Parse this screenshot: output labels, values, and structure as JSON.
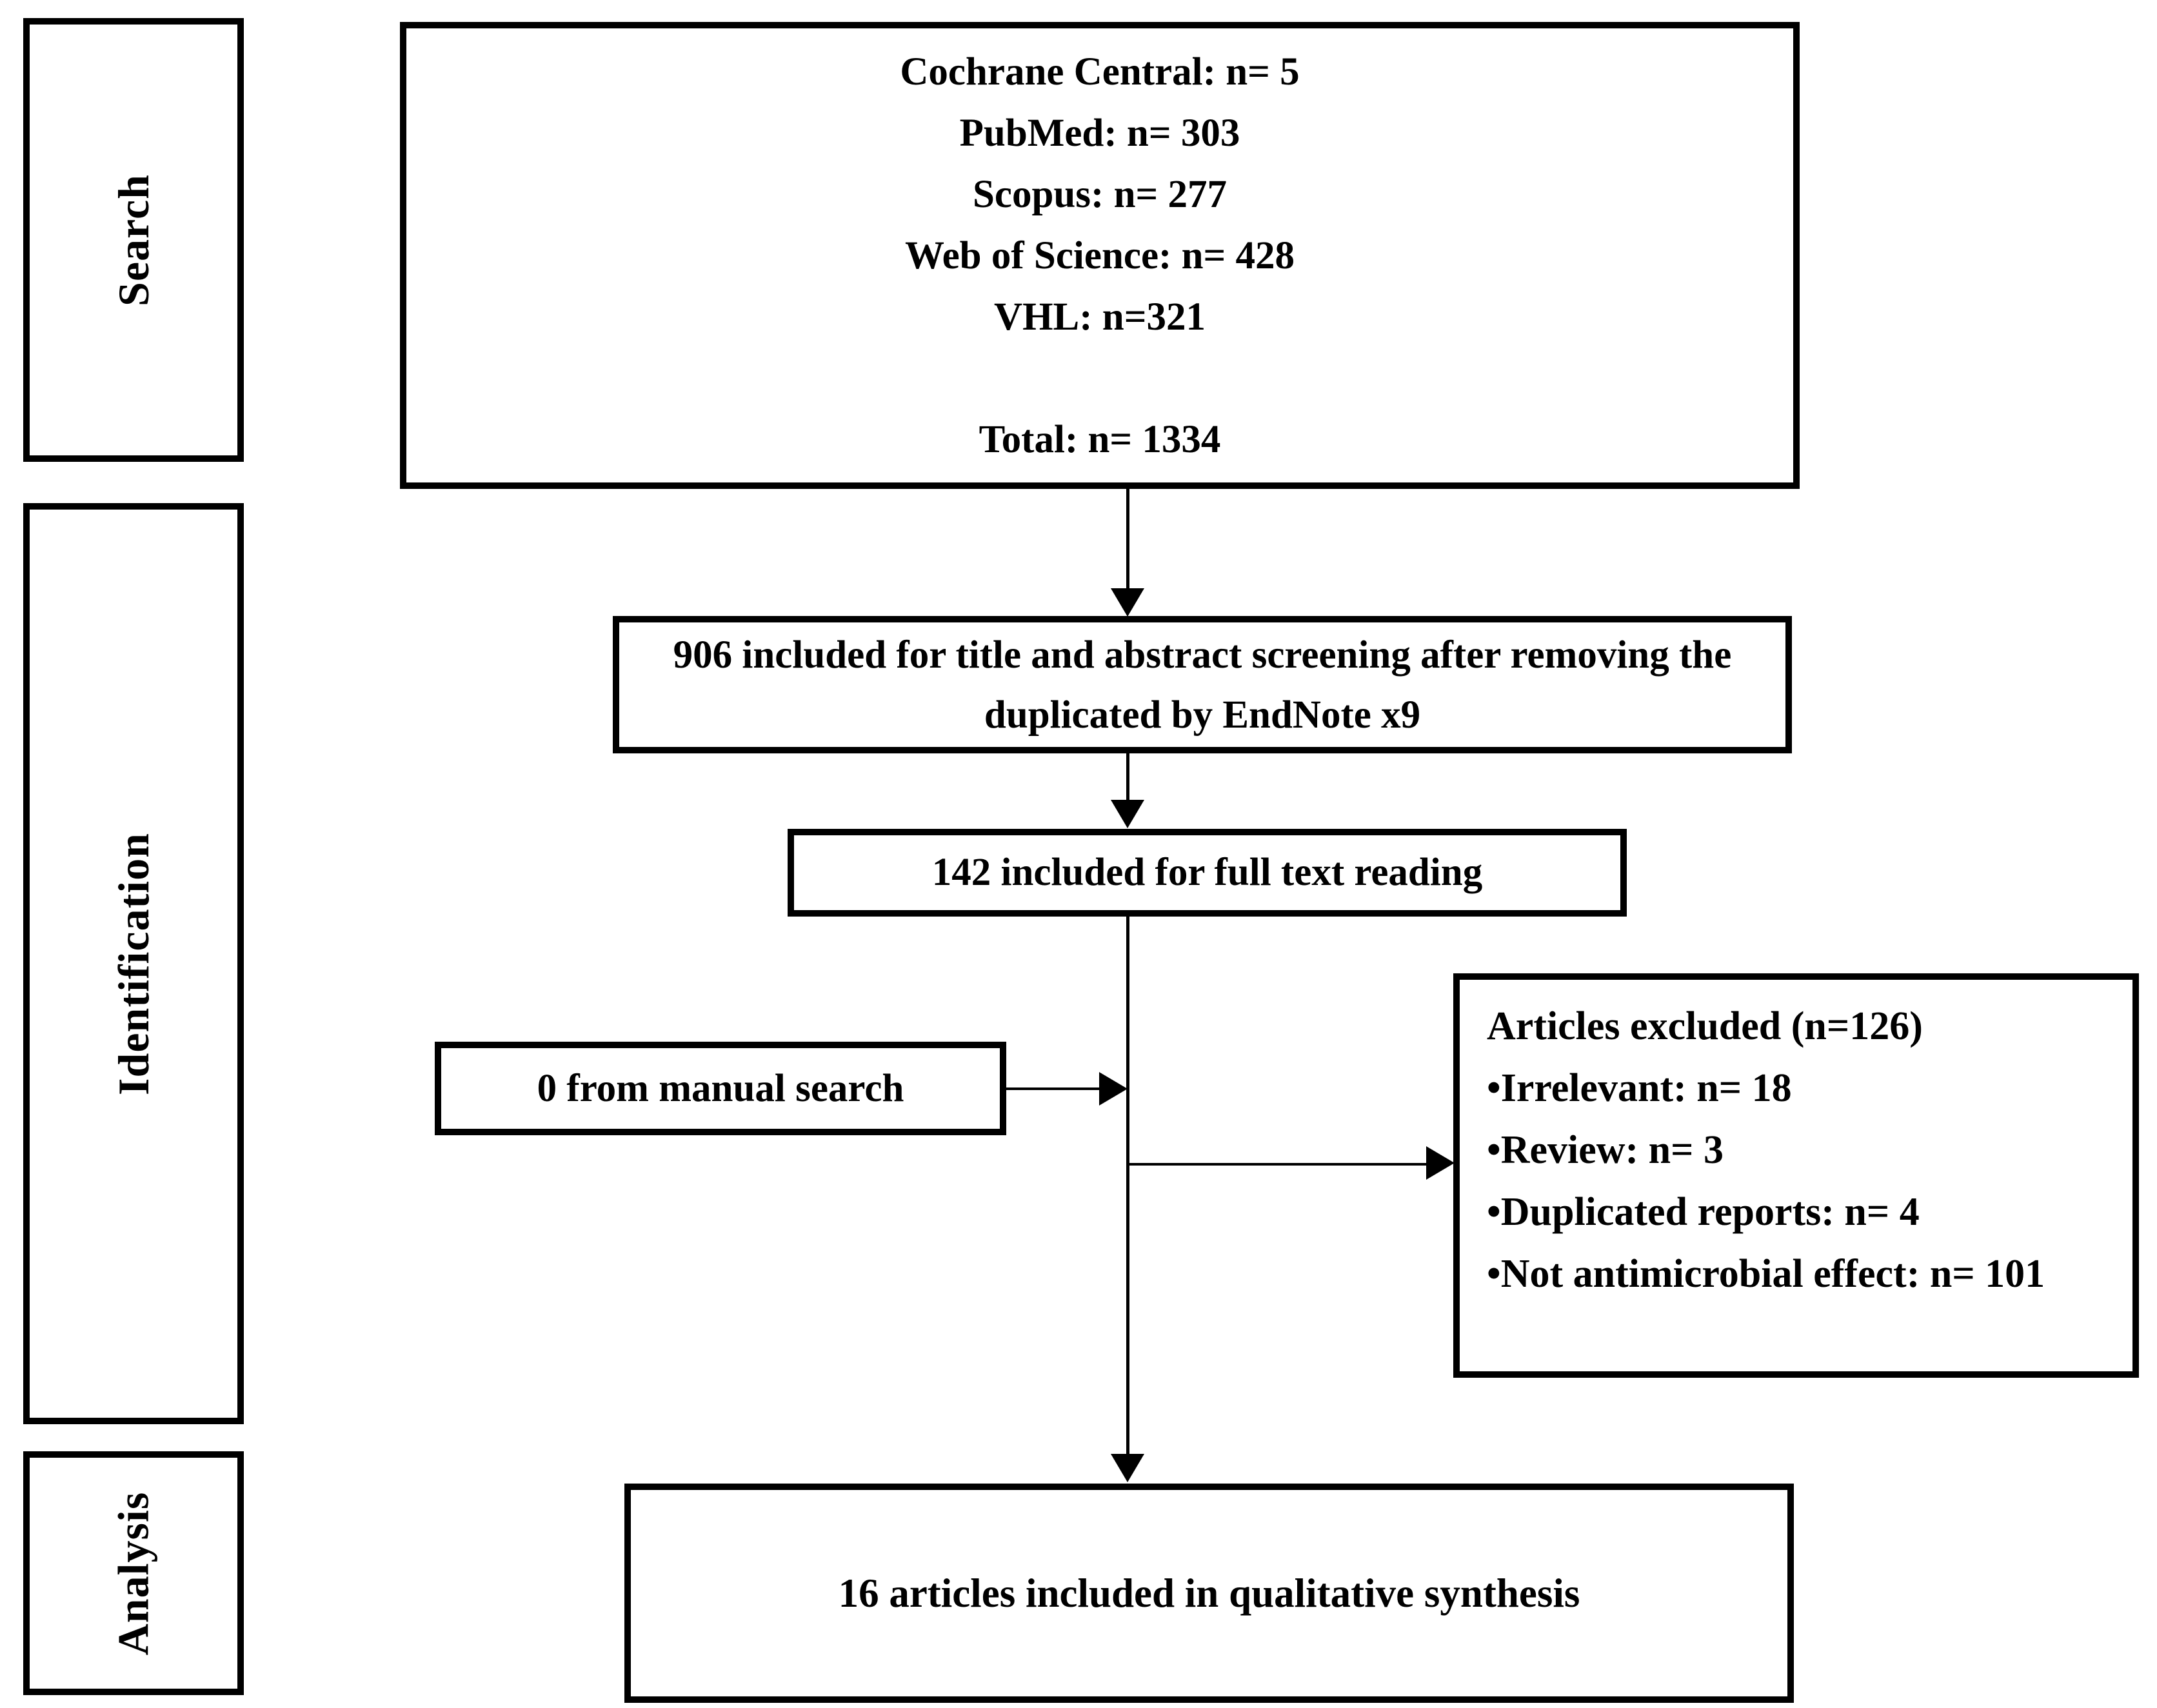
{
  "diagram": {
    "colors": {
      "ink": "#000000",
      "background": "#ffffff"
    },
    "stages": [
      {
        "label": "Search"
      },
      {
        "label": "Identification"
      },
      {
        "label": "Analysis"
      }
    ],
    "boxes": {
      "sources": {
        "lines": [
          "Cochrane Central: n= 5",
          "PubMed: n= 303",
          "Scopus: n= 277",
          "Web of Science: n= 428",
          "VHL: n=321",
          "",
          "Total: n= 1334"
        ]
      },
      "screening": {
        "text": "906 included for title and abstract screening after removing the duplicated by EndNote x9"
      },
      "fulltext": {
        "text": "142 included for full text reading"
      },
      "manual": {
        "text": "0 from manual search"
      },
      "excluded": {
        "title": "Articles excluded (n=126)",
        "items": [
          "•Irrelevant: n= 18",
          "•Review: n= 3",
          "•Duplicated reports: n= 4",
          "•Not antimicrobial effect: n= 101"
        ]
      },
      "included": {
        "text": "16 articles included in qualitative synthesis"
      }
    }
  }
}
